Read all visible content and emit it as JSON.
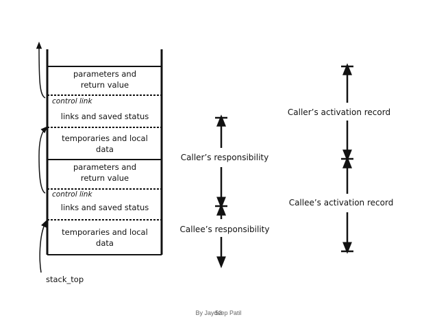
{
  "stack": {
    "frames": [
      {
        "params_line1": "parameters and",
        "params_line2": "return value",
        "control_link": "control link",
        "links_status": "links and saved status",
        "temps_line1": "temporaries and local",
        "temps_line2": "data"
      },
      {
        "params_line1": "parameters and",
        "params_line2": "return value",
        "control_link": "control link",
        "links_status": "links and saved status",
        "temps_line1": "temporaries and local",
        "temps_line2": "data"
      }
    ],
    "stack_top_label": "stack_top"
  },
  "responsibility": {
    "caller": "Caller’s responsibility",
    "callee": "Callee’s responsibility"
  },
  "activation": {
    "caller": "Caller’s activation record",
    "callee": "Callee’s activation record"
  },
  "footer": {
    "author": "By Jaydeep Patil",
    "page_number": "52"
  }
}
